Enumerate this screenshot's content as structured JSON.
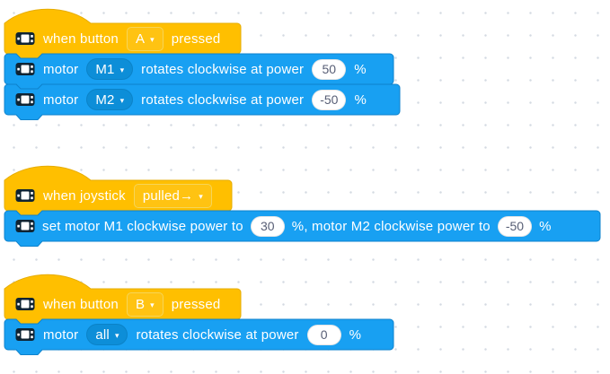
{
  "workspace": {
    "background": "#ffffff",
    "dot_color": "#d4dae2"
  },
  "palette": {
    "event_fill": "#FFBF00",
    "event_stroke": "#E6AC00",
    "motor_fill": "#18A0F2",
    "motor_stroke": "#0E82CC",
    "motor_dropdown_bg": "#0D8ED8",
    "input_bg": "#FFFFFF",
    "input_text": "#575E75",
    "block_text": "#FFFFFF"
  },
  "icons": {
    "device": "gamepad-icon",
    "caret": "▾"
  },
  "scripts": [
    {
      "hat": {
        "prefix": "when button",
        "dropdown": "A",
        "suffix": "pressed"
      },
      "blocks": [
        {
          "label_motor": "motor",
          "dropdown": "M1",
          "label_action": "rotates clockwise at power",
          "power": "50",
          "unit": "%"
        },
        {
          "label_motor": "motor",
          "dropdown": "M2",
          "label_action": "rotates clockwise at power",
          "power": "-50",
          "unit": "%"
        }
      ]
    },
    {
      "hat": {
        "prefix": "when joystick",
        "dropdown": "pulled→",
        "suffix": ""
      },
      "blocks": [
        {
          "part1": "set motor M1 clockwise power to",
          "value1": "30",
          "part2": "%, motor M2 clockwise power to",
          "value2": "-50",
          "unit": "%"
        }
      ]
    },
    {
      "hat": {
        "prefix": "when button",
        "dropdown": "B",
        "suffix": "pressed"
      },
      "blocks": [
        {
          "label_motor": "motor",
          "dropdown": "all",
          "label_action": "rotates clockwise at power",
          "power": "0",
          "unit": "%"
        }
      ]
    }
  ]
}
